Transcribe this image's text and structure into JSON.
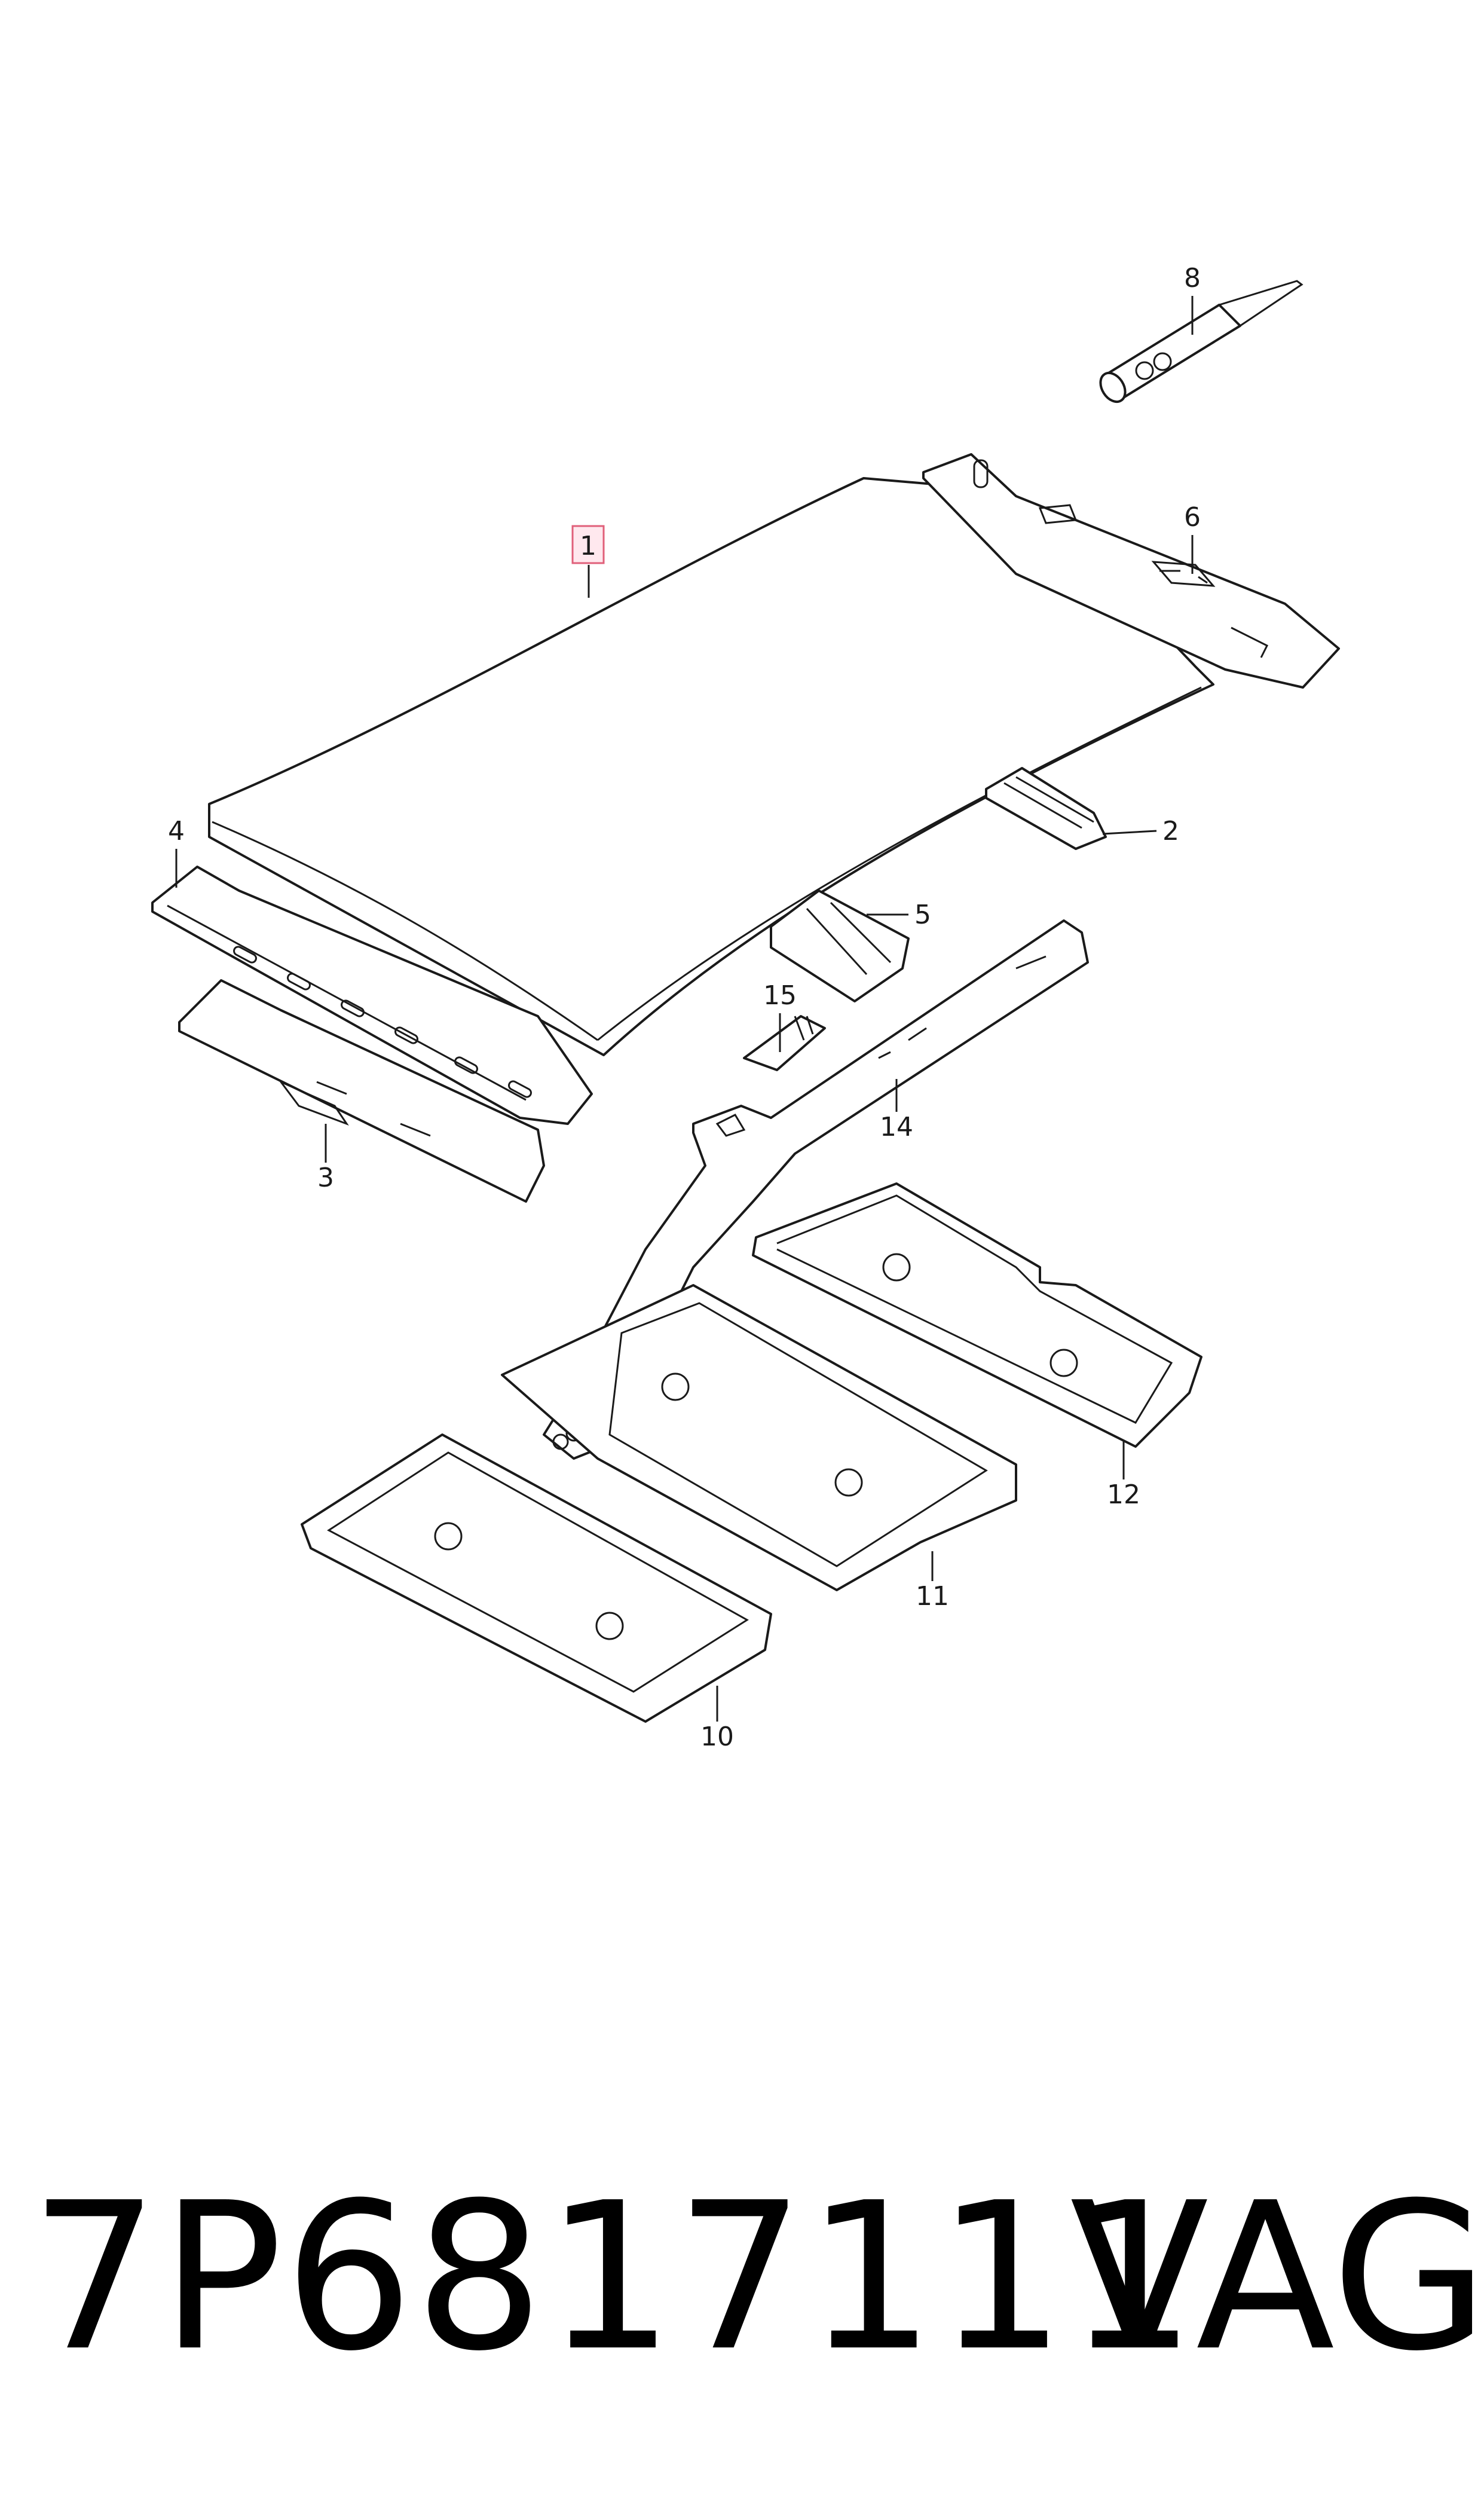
{
  "diagram": {
    "callouts": {
      "c1": "1",
      "c2": "2",
      "c3": "3",
      "c4": "4",
      "c5": "5",
      "c6": "6",
      "c8": "8",
      "c10": "10",
      "c11": "11",
      "c12": "12",
      "c14": "14",
      "c15": "15"
    },
    "highlighted_callout": "1",
    "highlight_color": "#e0607a"
  },
  "footer": {
    "part_number": "7P6817111",
    "brand": "VAG"
  }
}
